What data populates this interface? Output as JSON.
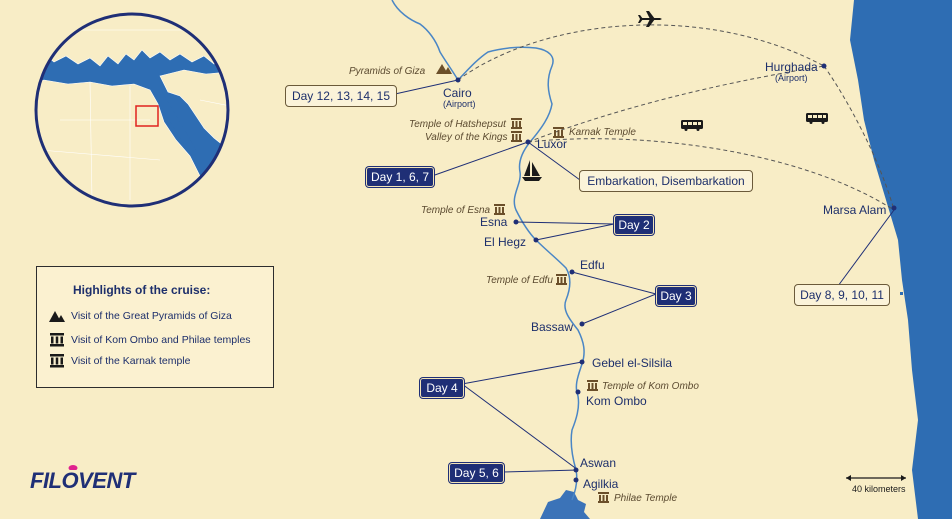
{
  "brand": {
    "logo": "FILOVENT"
  },
  "legend": {
    "title": "Highlights of the cruise:",
    "items": [
      {
        "icon": "pyramids-icon",
        "label": "Visit of the Great Pyramids of Giza"
      },
      {
        "icon": "temple-icon",
        "label": "Visit of Kom Ombo and Philae temples"
      },
      {
        "icon": "temple-icon",
        "label": "Visit of the Karnak temple"
      }
    ]
  },
  "cities": {
    "cairo": "Cairo",
    "cairo_sub": "(Airport)",
    "hurghada": "Hurghada",
    "hurghada_sub": "(Airport)",
    "marsa_alam": "Marsa Alam",
    "luxor": "Luxor",
    "esna": "Esna",
    "el_hegz": "El Hegz",
    "edfu": "Edfu",
    "bassaw": "Bassaw",
    "gebel": "Gebel el-Silsila",
    "kom_ombo": "Kom Ombo",
    "aswan": "Aswan",
    "agilkia": "Agilkia"
  },
  "sites": {
    "giza": "Pyramids of Giza",
    "hatshepsut": "Temple of Hatshepsut",
    "valley": "Valley of the Kings",
    "karnak": "Karnak Temple",
    "esna_temple": "Temple of Esna",
    "edfu_temple": "Temple of Edfu",
    "kom_ombo_temple": "Temple of Kom Ombo",
    "philae": "Philae Temple"
  },
  "days": {
    "d12": "Day 12, 13, 14, 15",
    "d1": "Day 1, 6, 7",
    "d2": "Day 2",
    "d3": "Day 3",
    "d4": "Day 4",
    "d5": "Day 5, 6",
    "d8": "Day 8, 9, 10, 11",
    "embark": "Embarkation, Disembarkation"
  },
  "scale": {
    "label": "40 kilometers"
  },
  "colors": {
    "land": "#f8edc6",
    "sea": "#2e6db3",
    "river": "#4a86c5",
    "navy": "#1f2f76",
    "highlight": "#e0231e"
  }
}
